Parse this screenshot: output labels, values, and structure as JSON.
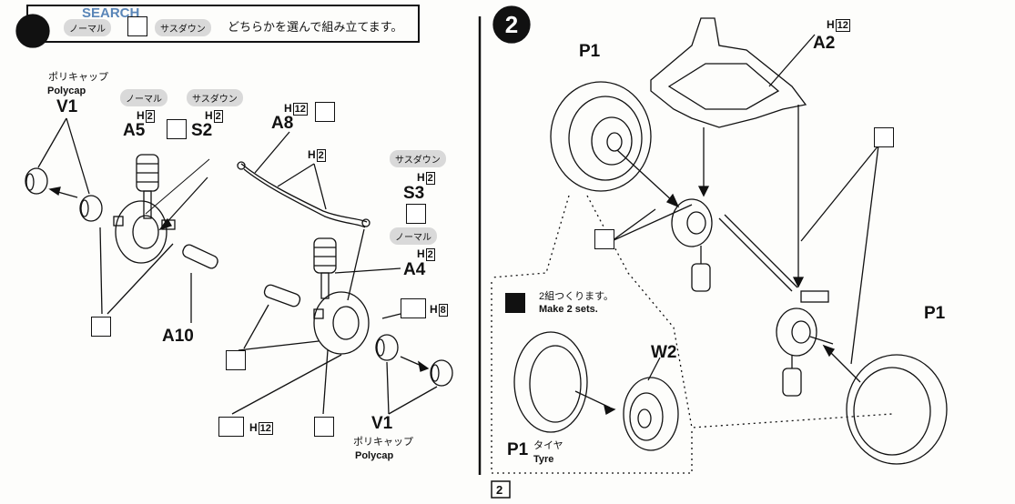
{
  "watermark": {
    "text": "SEARCH"
  },
  "header_bar": {
    "normal_label": "ノーマル",
    "lowered_label": "サスダウン",
    "instruction": "どちらかを選んで組み立てます。"
  },
  "step1": {
    "polycap_top": {
      "jp": "ポリキャップ",
      "en": "Polycap",
      "part": "V1"
    },
    "normal_pill": "ノーマル",
    "lowered_pill": "サスダウン",
    "a5": {
      "part": "A5",
      "tree": "H",
      "num": "2"
    },
    "s2": {
      "part": "S2",
      "tree": "H",
      "num": "2"
    },
    "a8": {
      "part": "A8",
      "tree": "H",
      "num": "12"
    },
    "h2_mid": {
      "tree": "H",
      "num": "2"
    },
    "s3_pill": "サスダウン",
    "s3": {
      "part": "S3",
      "tree": "H",
      "num": "2"
    },
    "a4_pill": "ノーマル",
    "a4": {
      "part": "A4",
      "tree": "H",
      "num": "2"
    },
    "h8": {
      "tree": "H",
      "num": "8"
    },
    "a10": {
      "part": "A10"
    },
    "h12_bottom": {
      "tree": "H",
      "num": "12"
    },
    "polycap_bottom": {
      "part": "V1",
      "jp": "ポリキャップ",
      "en": "Polycap"
    }
  },
  "step2": {
    "number": "2",
    "a2": {
      "part": "A2",
      "tree": "H",
      "num": "12"
    },
    "p1_left": "P1",
    "p1_right": "P1",
    "sets_jp": "2組つくります。",
    "sets_en": "Make 2 sets.",
    "w2": "W2",
    "p1_tyre": {
      "part": "P1",
      "jp": "タイヤ",
      "en": "Tyre"
    }
  },
  "page_number": "2"
}
